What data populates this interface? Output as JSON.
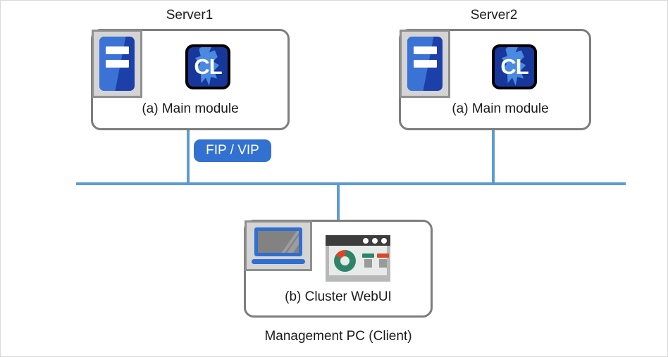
{
  "diagram": {
    "nodes": [
      {
        "id": "server1",
        "title": "Server1",
        "caption": "(a) Main module",
        "server_icon": "server-tower-icon",
        "module_icon": "clusterpro-cl-icon",
        "module_icon_text": "CL"
      },
      {
        "id": "server2",
        "title": "Server2",
        "caption": "(a) Main module",
        "server_icon": "server-tower-icon",
        "module_icon": "clusterpro-cl-icon",
        "module_icon_text": "CL"
      },
      {
        "id": "management-pc",
        "title": "Management PC (Client)",
        "caption": "(b) Cluster WebUI",
        "laptop_icon": "laptop-icon",
        "webui_icon": "browser-window-icon"
      }
    ],
    "badges": [
      {
        "id": "fip-vip",
        "label": "FIP / VIP"
      }
    ],
    "colors": {
      "network_line": "#5b9bd5",
      "badge_background": "#3271d0",
      "badge_text": "#ffffff",
      "box_border": "#7d7d7d",
      "server_blue": "#1c3faa",
      "server_blue_light": "#3a72d6",
      "cl_blue": "#17379b",
      "cl_splash": "#4a8ae0",
      "donut_green": "#2e8468",
      "donut_red": "#d9472a",
      "plate_gray": "#d4d4d4",
      "plate_border": "#8f8f8f",
      "canvas_border": "#d9d9d9"
    }
  }
}
